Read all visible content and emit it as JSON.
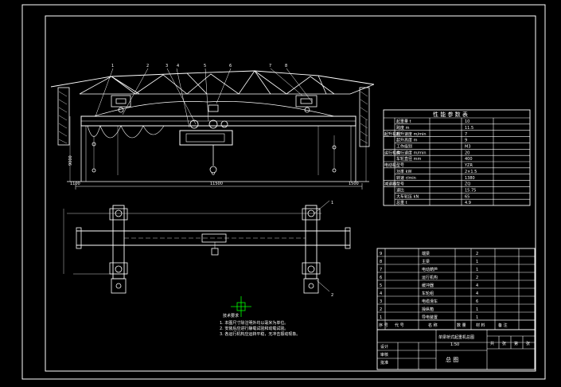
{
  "drawing": {
    "frame_color": "#ffffff",
    "accent_color": "#00ff00",
    "background_color": "#000000"
  },
  "parameter_table": {
    "title": "性 能 参 数 表",
    "rows": [
      {
        "group": "",
        "param": "起重量 t",
        "value": "10"
      },
      {
        "group": "",
        "param": "跨度 m",
        "value": "11.5"
      },
      {
        "group": "起升机构",
        "param": "起升速度 m/min",
        "value": "7"
      },
      {
        "group": "",
        "param": "起升高度 m",
        "value": "9"
      },
      {
        "group": "",
        "param": "工作级别",
        "value": "M3"
      },
      {
        "group": "运行机构",
        "param": "运行速度 m/min",
        "value": "20"
      },
      {
        "group": "",
        "param": "车轮直径 mm",
        "value": "400"
      },
      {
        "group": "电动机",
        "param": "型号",
        "value": "YZR"
      },
      {
        "group": "",
        "param": "功率 kW",
        "value": "2×1.5"
      },
      {
        "group": "",
        "param": "转速 r/min",
        "value": "1380"
      },
      {
        "group": "减速器",
        "param": "型号",
        "value": "ZQ"
      },
      {
        "group": "",
        "param": "速比",
        "value": "15.75"
      },
      {
        "group": "",
        "param": "大车轮压 kN",
        "value": "65"
      },
      {
        "group": "",
        "param": "总重 t",
        "value": "4.9"
      }
    ]
  },
  "notes": {
    "title": "技术要求",
    "lines": [
      "1. 本图尺寸除注明外均以毫米为单位。",
      "2. 安装后应进行静载试验和动载试验。",
      "3. 各运行机构应运转平稳，无冲击振动现象。"
    ]
  },
  "parts_list": {
    "header": {
      "no": "序 号",
      "code": "代 号",
      "name": "名 称",
      "qty": "数 量",
      "material": "材 料",
      "remark": "备 注"
    },
    "rows": [
      {
        "no": "9",
        "name": "端梁",
        "qty": "2"
      },
      {
        "no": "8",
        "name": "主梁",
        "qty": "1"
      },
      {
        "no": "7",
        "name": "电动葫芦",
        "qty": "1"
      },
      {
        "no": "6",
        "name": "运行机构",
        "qty": "2"
      },
      {
        "no": "5",
        "name": "缓冲器",
        "qty": "4"
      },
      {
        "no": "4",
        "name": "车轮组",
        "qty": "4"
      },
      {
        "no": "3",
        "name": "电缆滑车",
        "qty": "6"
      },
      {
        "no": "2",
        "name": "操纵箱",
        "qty": "1"
      },
      {
        "no": "1",
        "name": "导电装置",
        "qty": "1"
      }
    ]
  },
  "title_block": {
    "drawing_title": "单梁桥式起重机总图",
    "scale": "1:50",
    "label": "总 图",
    "rows": [
      "设计",
      "审核",
      "批准"
    ],
    "sheet": [
      "共",
      "张",
      "第",
      "张"
    ]
  },
  "callouts": {
    "top": [
      "1",
      "2",
      "3",
      "4",
      "5",
      "6",
      "7",
      "8"
    ],
    "plan": [
      "1",
      "2"
    ]
  },
  "dimensions": {
    "span": "11500",
    "height_left": "9000",
    "left_small": "1100",
    "right_small": "1500"
  }
}
